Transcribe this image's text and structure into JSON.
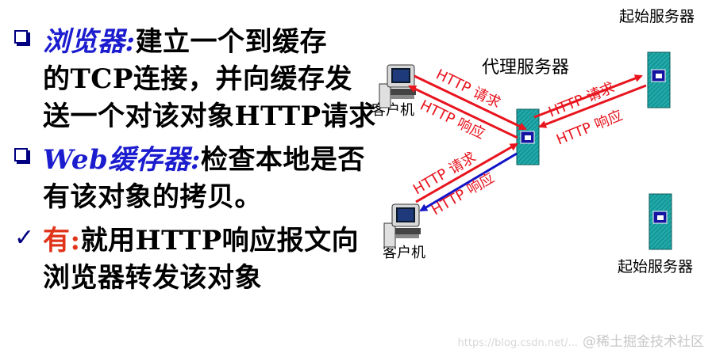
{
  "bullets": [
    {
      "marker": "box",
      "keyword": "浏览器:",
      "lines": [
        "建立一个到缓存",
        "的TCP连接，并向缓存发",
        "送一个对该对象HTTP请求"
      ]
    },
    {
      "marker": "box",
      "keyword": "Web缓存器:",
      "lines": [
        "检查本地是否",
        "有该对象的拷贝。"
      ]
    },
    {
      "marker": "check",
      "keyword": "有:",
      "lines": [
        "就用HTTP响应报文向",
        "浏览器转发该对象"
      ]
    }
  ],
  "diagram": {
    "proxy_label": "代理服务器",
    "origin_label_top": "起始服务器",
    "origin_label_bottom": "起始服务器",
    "client_label_top": "客户机",
    "client_label_bottom": "客户机",
    "arrow_request": "HTTP 请求",
    "arrow_response": "HTTP 响应"
  },
  "colors": {
    "keyword_blue": "#1c1ccf",
    "keyword_red": "#e0341a",
    "arrow_red": "#e8141e",
    "arrow_blue": "#1414c8",
    "server_cyan": "#1eaaaa"
  },
  "icons": [
    "checkbox-square-icon",
    "checkmark-icon",
    "client-computer-icon",
    "server-icon"
  ],
  "watermark": {
    "prefix": "https://blog.csdn.net/...",
    "text": "@稀土掘金技术社区"
  }
}
